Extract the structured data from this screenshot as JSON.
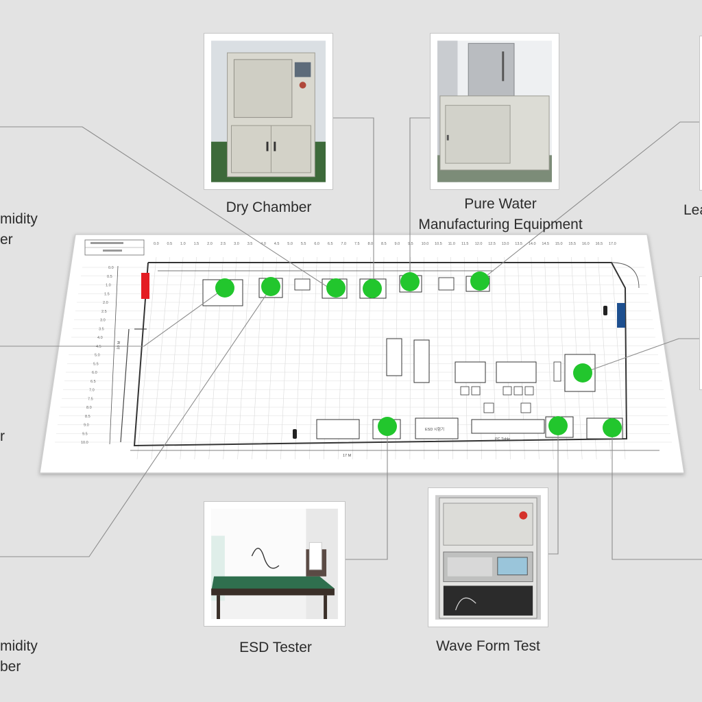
{
  "equipment": [
    {
      "key": "dry_chamber",
      "name_lines": [
        "Dry Chamber"
      ]
    },
    {
      "key": "pure_water",
      "name_lines": [
        "Pure Water",
        "Manufacturing Equipment"
      ]
    },
    {
      "key": "esd_tester",
      "name_lines": [
        "ESD Tester"
      ]
    },
    {
      "key": "wave_form",
      "name_lines": [
        "Wave Form Test"
      ]
    }
  ],
  "cropped_labels": {
    "left_upper": [
      "midity",
      "er"
    ],
    "left_middle": [
      "r"
    ],
    "left_lower": [
      "midity",
      "ber"
    ],
    "right_upper": [
      "Lea"
    ]
  },
  "floor_plan": {
    "x_ticks": [
      "0.0",
      "0.5",
      "1.0",
      "1.5",
      "2.0",
      "2.5",
      "3.0",
      "3.5",
      "4.0",
      "4.5",
      "5.0",
      "5.5",
      "6.0",
      "6.5",
      "7.0",
      "7.5",
      "8.0",
      "8.5",
      "9.0",
      "9.5",
      "10.0",
      "10.5",
      "11.0",
      "11.5",
      "12.0",
      "12.5",
      "13.0",
      "13.5",
      "14.0",
      "14.5",
      "15.0",
      "15.5",
      "16.0",
      "16.5",
      "17.0"
    ],
    "y_ticks": [
      "0.0",
      "0.5",
      "1.0",
      "1.5",
      "2.0",
      "2.5",
      "3.0",
      "3.5",
      "4.0",
      "4.5",
      "5.0",
      "5.5",
      "6.0",
      "6.5",
      "7.0",
      "7.5",
      "8.0",
      "8.5",
      "9.0",
      "9.5",
      "10.0"
    ],
    "dims": {
      "total_width": "17 M",
      "total_height": "10 M"
    },
    "esd_box": "ESD 시험기",
    "pc_table": "PC Table"
  },
  "marker_color": "#22c62d"
}
